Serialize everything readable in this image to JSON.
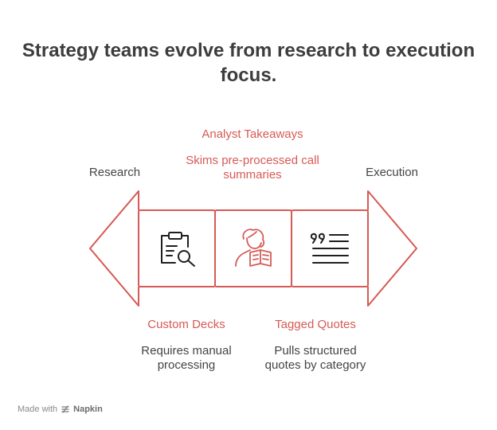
{
  "title": "Strategy teams evolve from research to execution focus.",
  "left_end_label": "Research",
  "right_end_label": "Execution",
  "stages": [
    {
      "title": "Custom Decks",
      "description": "Requires manual processing",
      "icon": "clipboard-search-icon"
    },
    {
      "title": "Analyst Takeaways",
      "description": "Skims pre-processed call summaries",
      "icon": "reading-person-icon"
    },
    {
      "title": "Tagged Quotes",
      "description": "Pulls structured quotes by category",
      "icon": "quote-lines-icon"
    }
  ],
  "colors": {
    "accent": "#d65a55",
    "text": "#3d3d3d"
  },
  "footer": {
    "made_with": "Made with",
    "brand": "Napkin"
  }
}
